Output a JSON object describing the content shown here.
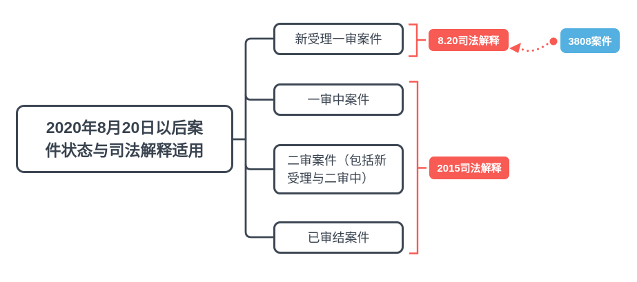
{
  "diagram": {
    "root": {
      "label": "2020年8月20日以后案件状态与司法解释适用"
    },
    "branches": [
      {
        "label": "新受理一审案件"
      },
      {
        "label": "一审中案件"
      },
      {
        "label": "二审案件（包括新受理与二审中）"
      },
      {
        "label": "已审结案件"
      }
    ],
    "annotations": [
      {
        "label": "8.20司法解释",
        "covers": "新受理一审案件"
      },
      {
        "label": "2015司法解释",
        "covers": "一审中案件；二审案件（包括新受理与二审中）；已审结案件"
      }
    ],
    "callout": {
      "label": "3808案件",
      "points_to": "8.20司法解释"
    }
  },
  "colors": {
    "slate": "#3d4754",
    "text": "#39434f",
    "red": "#f85a54",
    "blue": "#54b0e0",
    "bg": "#ffffff"
  }
}
